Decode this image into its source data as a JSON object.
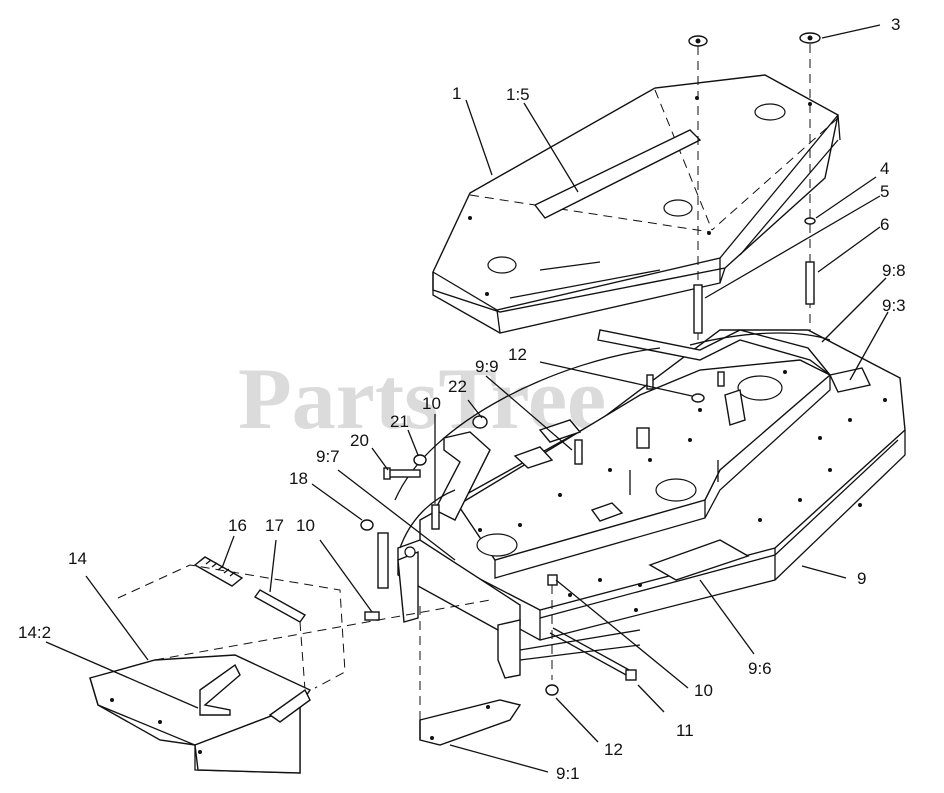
{
  "watermark": "PartsTree",
  "callouts": {
    "c1": "1",
    "c1_5": "1:5",
    "c3": "3",
    "c4": "4",
    "c5": "5",
    "c6": "6",
    "c9_8": "9:8",
    "c9_3": "9:3",
    "c12a": "12",
    "c9_9": "9:9",
    "c22": "22",
    "c10a": "10",
    "c21": "21",
    "c20": "20",
    "c9_7": "9:7",
    "c18": "18",
    "c16": "16",
    "c17": "17",
    "c10b": "10",
    "c14": "14",
    "c14_2": "14:2",
    "c9": "9",
    "c9_6": "9:6",
    "c10c": "10",
    "c11": "11",
    "c12b": "12",
    "c9_1": "9:1"
  }
}
